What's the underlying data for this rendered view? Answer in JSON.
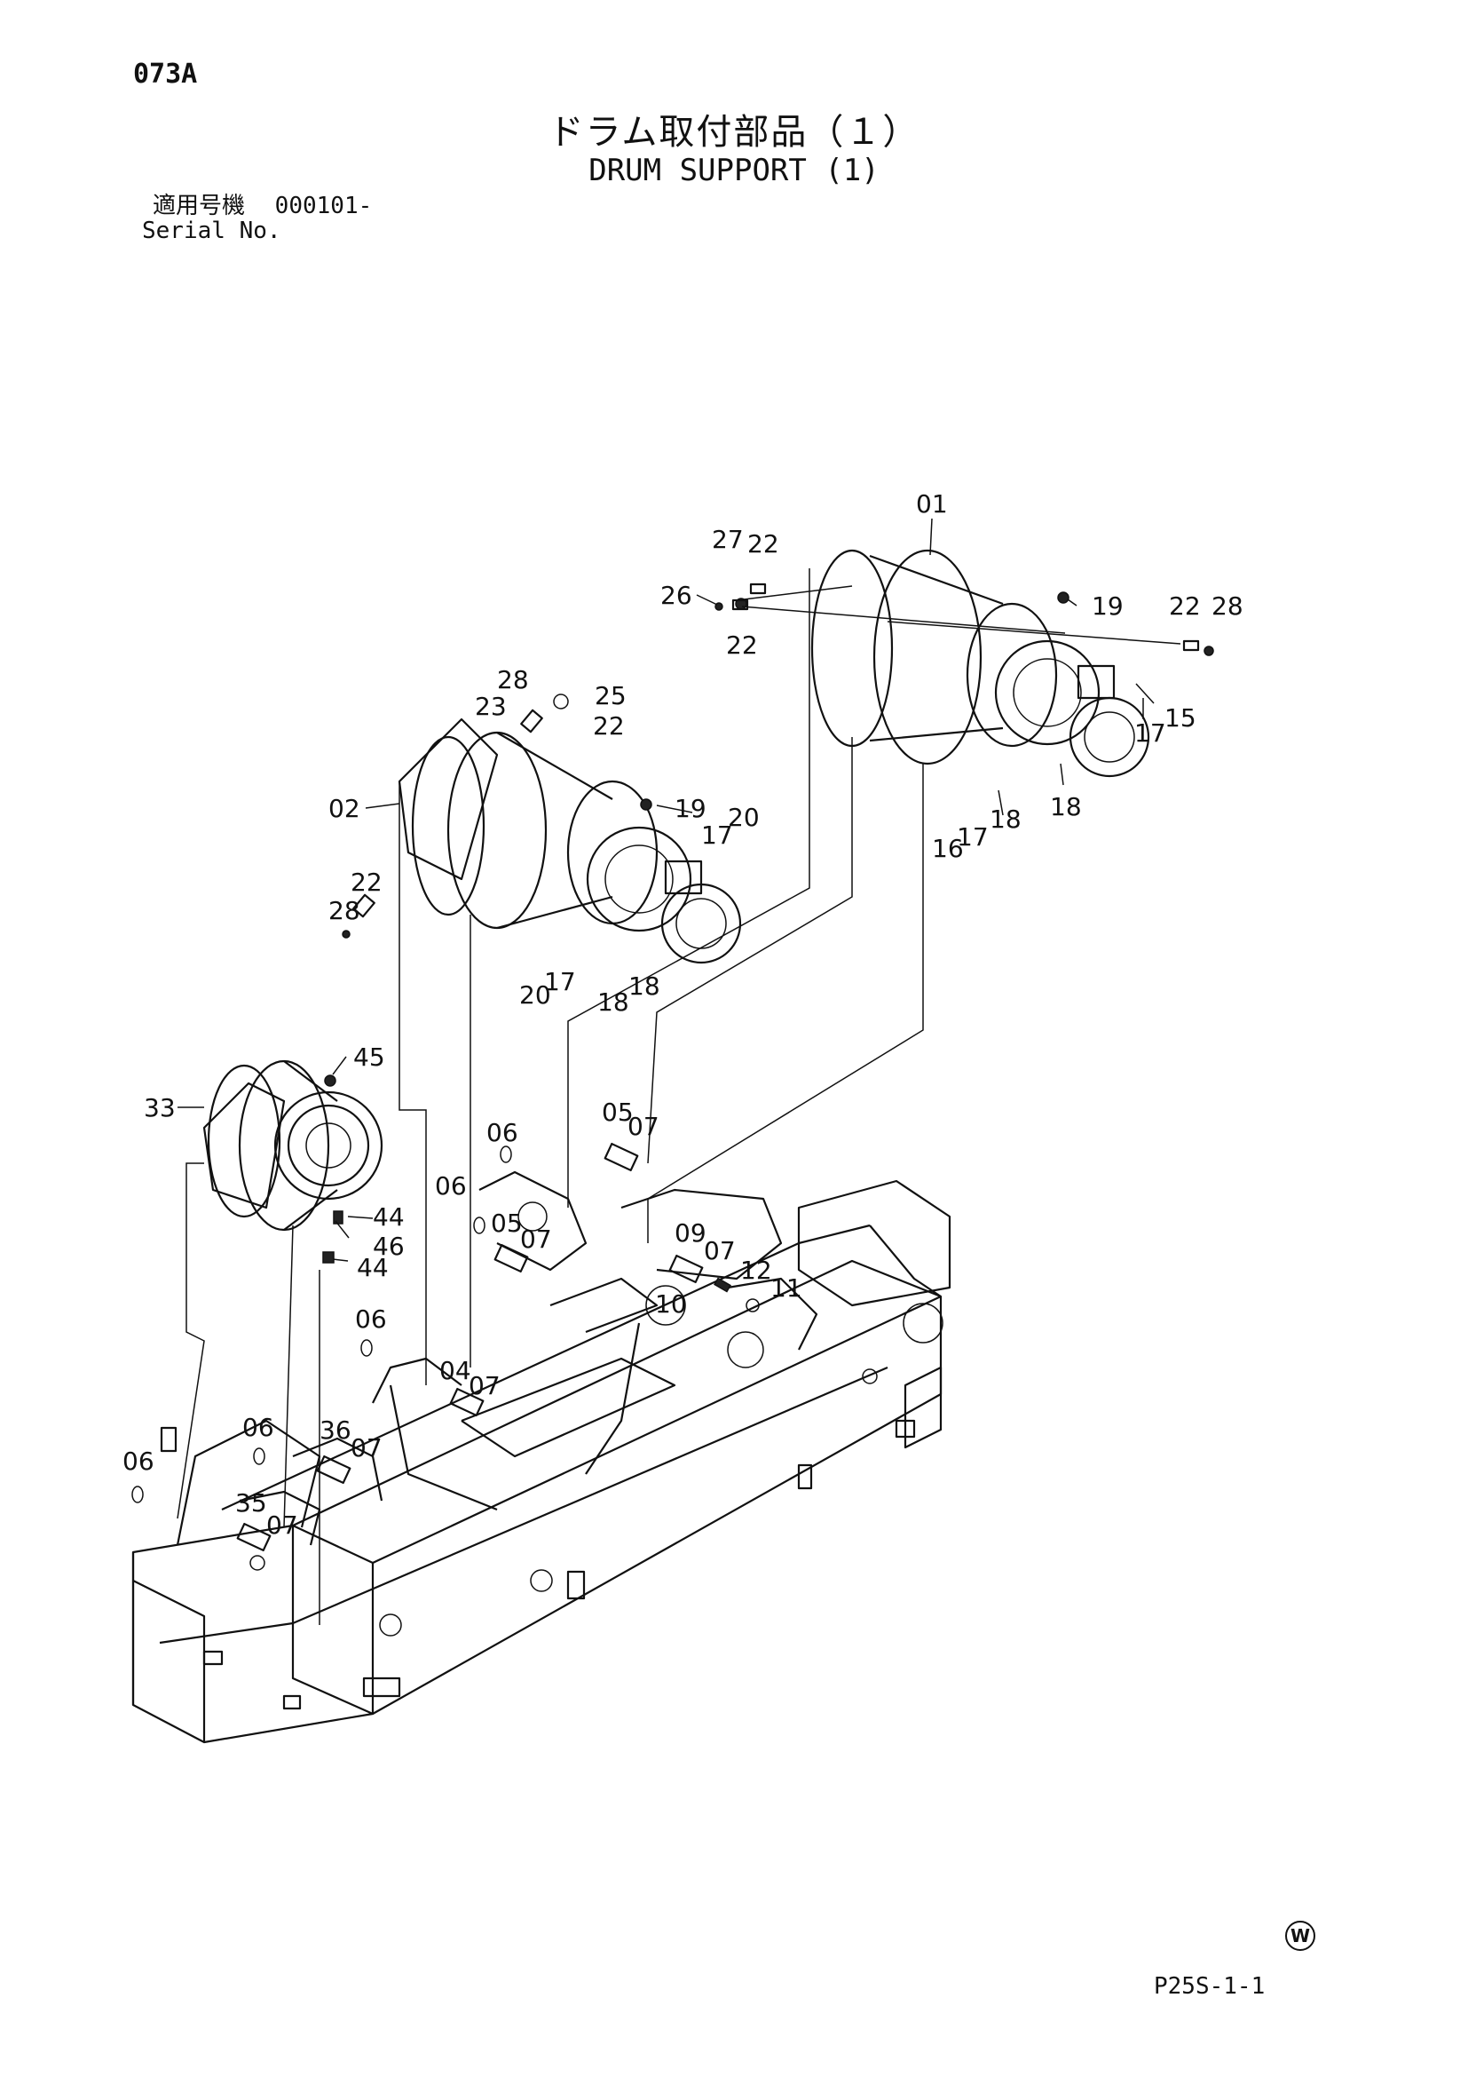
{
  "header": {
    "page_code": "073A",
    "title_jp": "ドラム取付部品（１）",
    "title_en": "DRUM SUPPORT (1)",
    "serial_label_jp": "適用号機",
    "serial_value": "000101-",
    "serial_label_en": "Serial No."
  },
  "callouts": {
    "c01": "01",
    "c02": "02",
    "c04": "04",
    "c05a": "05",
    "c05b": "05",
    "c06a": "06",
    "c06b": "06",
    "c06c": "06",
    "c06d": "06",
    "c06e": "06",
    "c07a": "07",
    "c07b": "07",
    "c07c": "07",
    "c07d": "07",
    "c07e": "07",
    "c07f": "07",
    "c09": "09",
    "c10": "10",
    "c11": "11",
    "c12": "12",
    "c15": "15",
    "c16": "16",
    "c17a": "17",
    "c17b": "17",
    "c17c": "17",
    "c17d": "17",
    "c18a": "18",
    "c18b": "18",
    "c18c": "18",
    "c18d": "18",
    "c19a": "19",
    "c19b": "19",
    "c20a": "20",
    "c20b": "20",
    "c22a": "22",
    "c22b": "22",
    "c22c": "22",
    "c22d": "22",
    "c22e": "22",
    "c23": "23",
    "c25": "25",
    "c26": "26",
    "c27": "27",
    "c28a": "28",
    "c28b": "28",
    "c28c": "28",
    "c33": "33",
    "c35": "35",
    "c36": "36",
    "c44a": "44",
    "c44b": "44",
    "c45": "45",
    "c46": "46"
  },
  "footer": {
    "w_mark": "W",
    "figure_code": "P25S-1-1"
  }
}
